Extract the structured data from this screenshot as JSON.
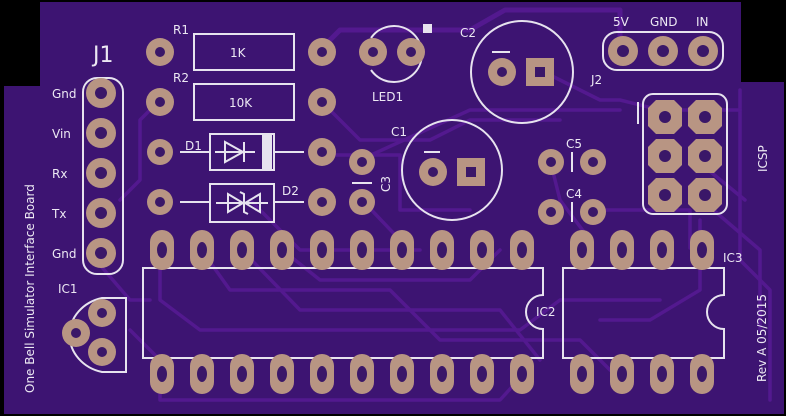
{
  "board": {
    "side_label": "One Bell Simulator Interface Board",
    "rev_label": "Rev A 05/2015",
    "colors": {
      "substrate": "#3d1472",
      "background": "#000000",
      "silk": "#e7e3ef",
      "pad": "#b89583"
    }
  },
  "j1": {
    "ref": "J1",
    "pins": [
      "Gnd",
      "Vin",
      "Rx",
      "Tx",
      "Gnd"
    ]
  },
  "j2": {
    "ref": "J2",
    "pins": [
      "5V",
      "GND",
      "IN"
    ]
  },
  "icsp": {
    "ref": "ICSP"
  },
  "r1": {
    "ref": "R1",
    "value": "1K"
  },
  "r2": {
    "ref": "R2",
    "value": "10K"
  },
  "d1": {
    "ref": "D1"
  },
  "d2": {
    "ref": "D2"
  },
  "led1": {
    "ref": "LED1"
  },
  "c1": {
    "ref": "C1"
  },
  "c2": {
    "ref": "C2"
  },
  "c3": {
    "ref": "C3"
  },
  "c4": {
    "ref": "C4"
  },
  "c5": {
    "ref": "C5"
  },
  "ic1": {
    "ref": "IC1"
  },
  "ic2": {
    "ref": "IC2"
  },
  "ic3": {
    "ref": "IC3"
  }
}
